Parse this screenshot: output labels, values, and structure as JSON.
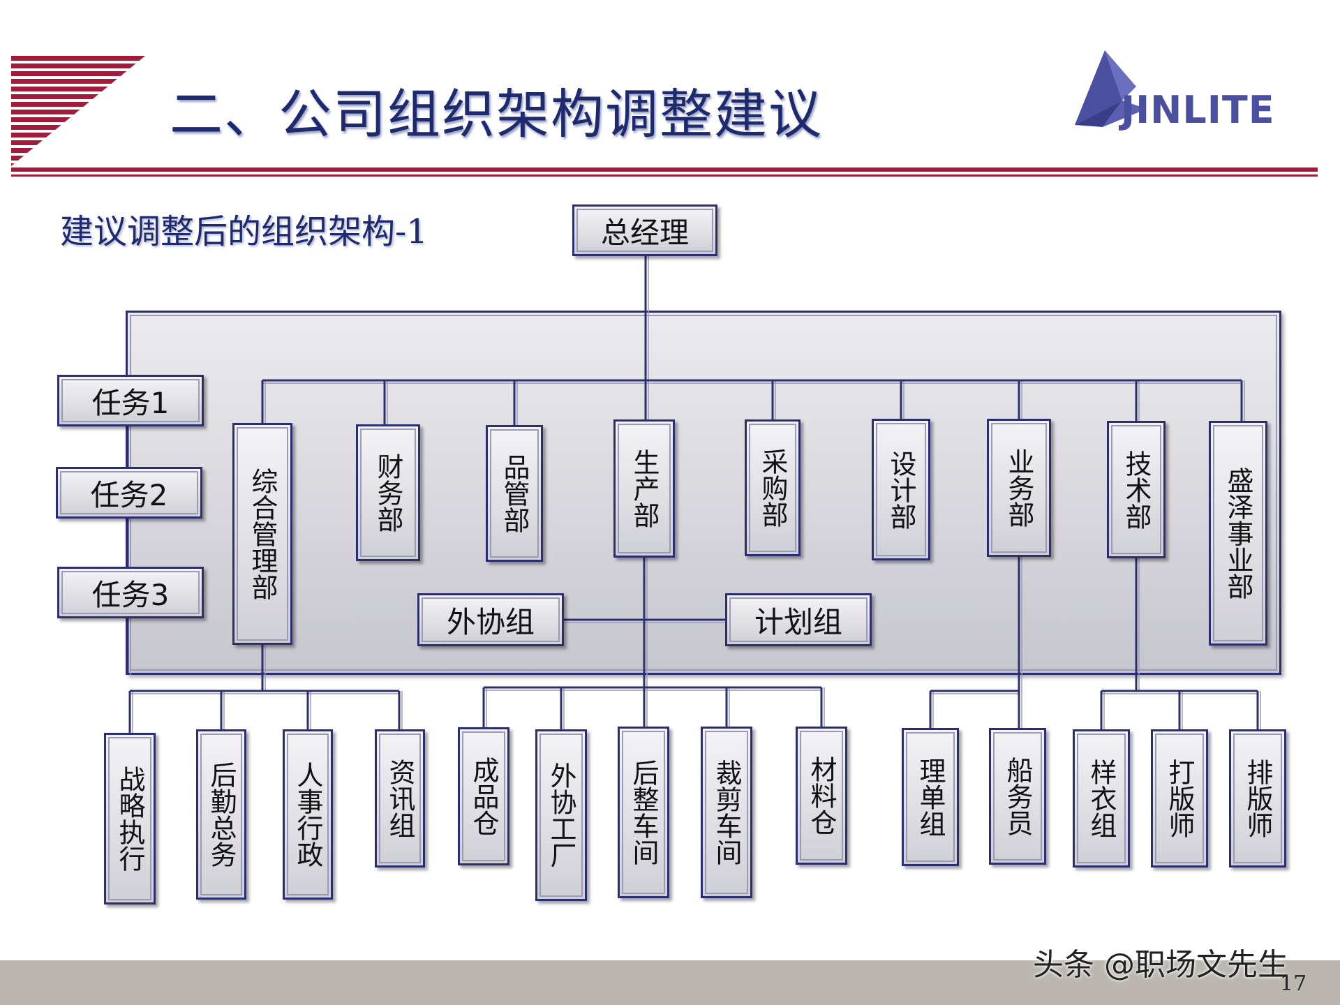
{
  "title": "二、公司组织架构调整建议",
  "subtitle": "建议调整后的组织架构-1",
  "logo": {
    "text": "JINLITE",
    "color": "#4b4fa0"
  },
  "watermark": "头条 @职场文先生",
  "page_number": "17",
  "colors": {
    "title": "#1e2a6e",
    "stripe": "#a01c3a",
    "border": "#2b2f72"
  },
  "org": {
    "root": "总经理",
    "tasks": [
      "任务1",
      "任务2",
      "任务3"
    ],
    "departments": [
      "综合管理部",
      "财务部",
      "品管部",
      "生产部",
      "采购部",
      "设计部",
      "业务部",
      "技术部",
      "盛泽事业部"
    ],
    "groups": [
      "外协组",
      "计划组"
    ],
    "sub_units": {
      "综合管理部": [
        "战略执行",
        "后勤总务",
        "人事行政",
        "资讯组"
      ],
      "生产部": [
        "成品仓",
        "外协工厂",
        "后整车间",
        "裁剪车间",
        "材料仓"
      ],
      "业务部": [
        "理单组",
        "船务员"
      ],
      "技术部": [
        "样衣组",
        "打版师",
        "排版师"
      ]
    }
  }
}
